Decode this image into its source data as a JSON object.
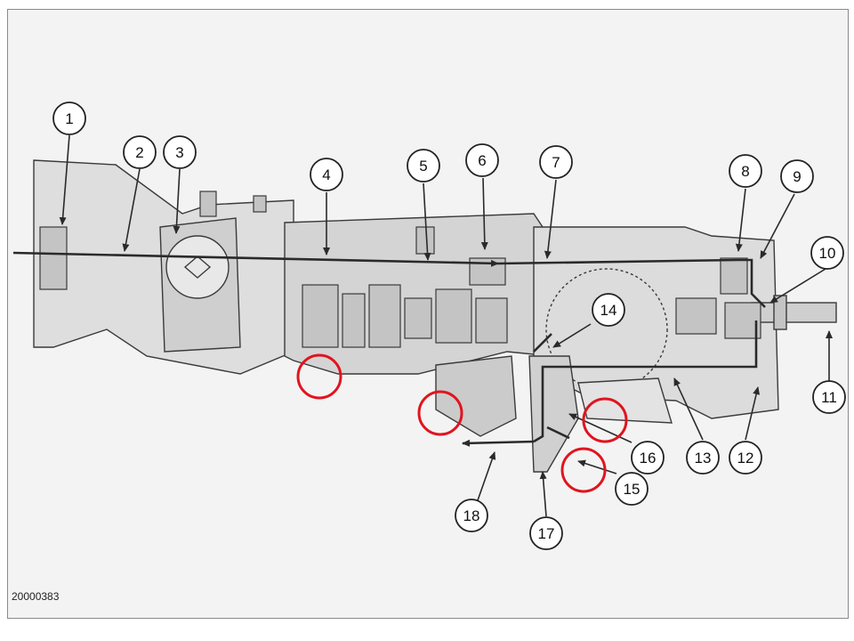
{
  "figure_id": "20000383",
  "callouts": [
    {
      "label": "1"
    },
    {
      "label": "2"
    },
    {
      "label": "3"
    },
    {
      "label": "4"
    },
    {
      "label": "5"
    },
    {
      "label": "6"
    },
    {
      "label": "7"
    },
    {
      "label": "8"
    },
    {
      "label": "9"
    },
    {
      "label": "10"
    },
    {
      "label": "11"
    },
    {
      "label": "12"
    },
    {
      "label": "13"
    },
    {
      "label": "14"
    },
    {
      "label": "15"
    },
    {
      "label": "16"
    },
    {
      "label": "17"
    },
    {
      "label": "18"
    }
  ],
  "highlights": [
    {
      "name": "highlight-drain-plug-a"
    },
    {
      "name": "highlight-drain-plug-b"
    },
    {
      "name": "highlight-plug-near-16"
    },
    {
      "name": "highlight-plug-15"
    }
  ],
  "colors": {
    "line": "#3a3a3a",
    "casing": "#d6d6d6",
    "casing_dark": "#b5b5b5",
    "highlight": "#e0141e",
    "callout_fill": "#ffffff"
  }
}
